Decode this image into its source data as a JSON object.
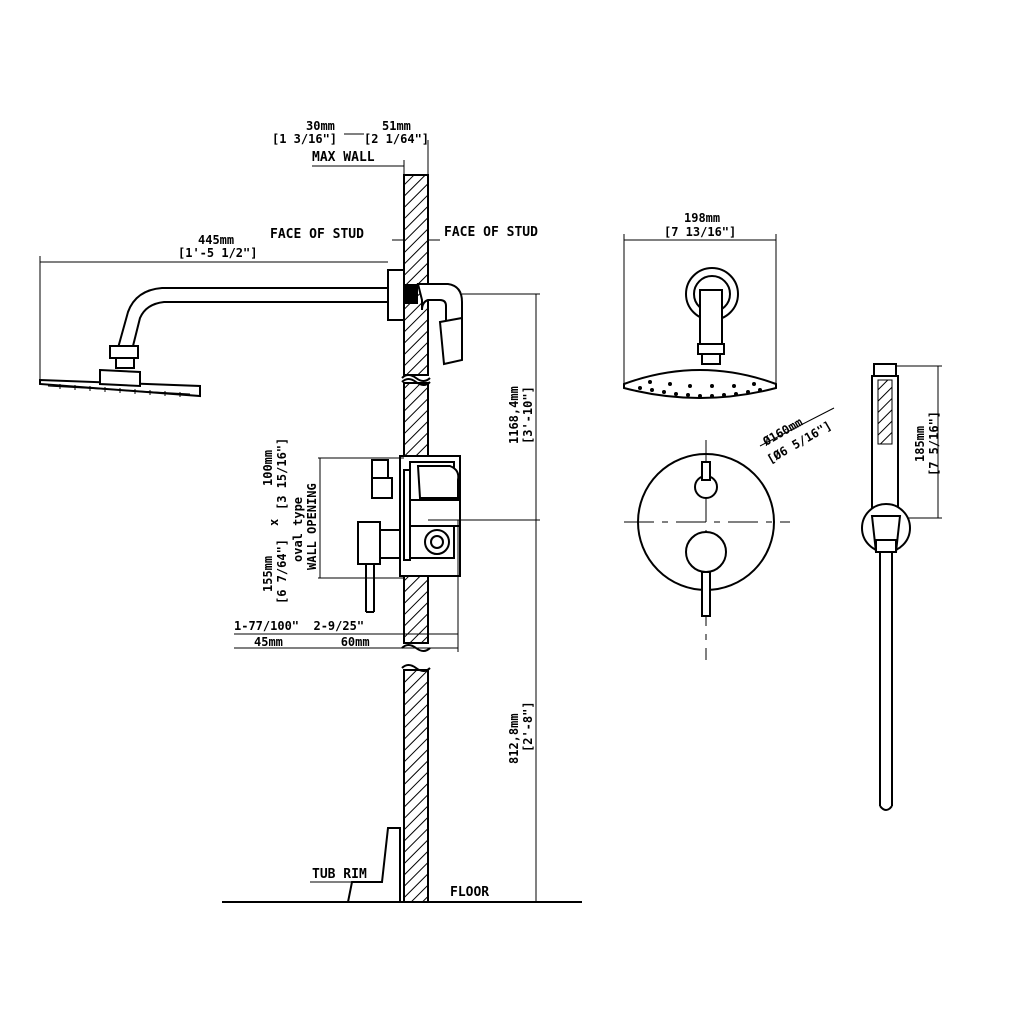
{
  "labels": {
    "max_wall_a_mm": "30mm",
    "max_wall_b_mm": "51mm",
    "max_wall_a_in": "[1 3/16\"]",
    "max_wall_b_in": "[2 1/64\"]",
    "max_wall": "MAX WALL",
    "face_of_stud_left": "FACE OF STUD",
    "face_of_stud_right": "FACE OF STUD",
    "arm_length_mm": "445mm",
    "arm_length_in": "[1'-5 1/2\"]",
    "head_height_mm": "1168,4mm",
    "head_height_in": "[3'-10\"]",
    "opening_height_mm": "100mm",
    "opening_height_in": "[3 15/16\"]",
    "opening_times": "x",
    "opening_width_mm": "155mm",
    "opening_width_in": "[6 7/64\"]",
    "oval_type": "oval type",
    "wall_opening": "WALL OPENING",
    "depth_in": "1-77/100\"  2-9/25\"",
    "depth_mm": "45mm        60mm",
    "valve_height_mm": "812,8mm",
    "valve_height_in": "[2'-8\"]",
    "tub_rim": "TUB RIM",
    "floor": "FLOOR",
    "head_dia_mm": "198mm",
    "head_dia_in": "[7 13/16\"]",
    "trim_dia": "Ø160mm",
    "trim_dia_in": "[Ø6 5/16\"]",
    "hand_len_mm": "185mm",
    "hand_len_in": "[7 5/16\"]"
  }
}
